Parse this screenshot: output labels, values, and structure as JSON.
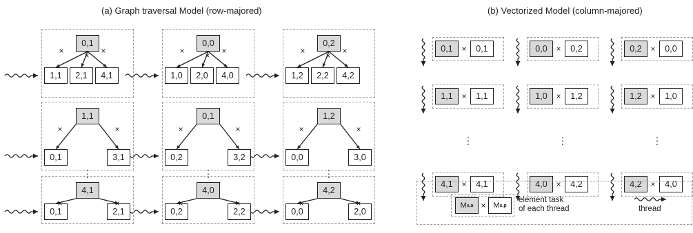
{
  "titles": {
    "left": "(a) Graph traversal Model (row-majored)",
    "right": "(b) Vectorized Model (column-majored)"
  },
  "times_symbol": "×",
  "ellipsis": "⋮",
  "left_model": {
    "columns": [
      {
        "rows": [
          {
            "parent": "0,1",
            "children": [
              "1,1",
              "2,1",
              "4,1"
            ]
          },
          {
            "parent": "1,1",
            "children": [
              "0,1",
              "3,1"
            ]
          },
          {
            "parent": "4,1",
            "children": [
              "0,1",
              "2,1"
            ]
          }
        ]
      },
      {
        "rows": [
          {
            "parent": "0,0",
            "children": [
              "1,0",
              "2,0",
              "4,0"
            ]
          },
          {
            "parent": "0,1",
            "children": [
              "0,2",
              "3,2"
            ]
          },
          {
            "parent": "4,0",
            "children": [
              "0,2",
              "2,2"
            ]
          }
        ]
      },
      {
        "rows": [
          {
            "parent": "0,2",
            "children": [
              "1,2",
              "2,2",
              "4,2"
            ]
          },
          {
            "parent": "1,2",
            "children": [
              "0,0",
              "3,0"
            ]
          },
          {
            "parent": "4,2",
            "children": [
              "0,0",
              "2,0"
            ]
          }
        ]
      }
    ]
  },
  "right_model": {
    "columns": [
      {
        "rows": [
          [
            "0,1",
            "0,1"
          ],
          [
            "1,1",
            "1,1"
          ],
          [
            "4,1",
            "4,1"
          ]
        ]
      },
      {
        "rows": [
          [
            "0,0",
            "0,2"
          ],
          [
            "1,0",
            "1,2"
          ],
          [
            "4,0",
            "4,2"
          ]
        ]
      },
      {
        "rows": [
          [
            "0,2",
            "0,0"
          ],
          [
            "1,2",
            "1,0"
          ],
          [
            "4,2",
            "4,0"
          ]
        ]
      }
    ]
  },
  "legend": {
    "left_box": "M",
    "left_sub": "s,a",
    "right_box": "M",
    "right_sub": "s,p",
    "element_task": [
      "element task",
      "of each thread"
    ],
    "thread": "thread"
  },
  "colors": {
    "highlight": "#d9d9d9",
    "border": "#222222",
    "dash": "#9a9a9a"
  }
}
